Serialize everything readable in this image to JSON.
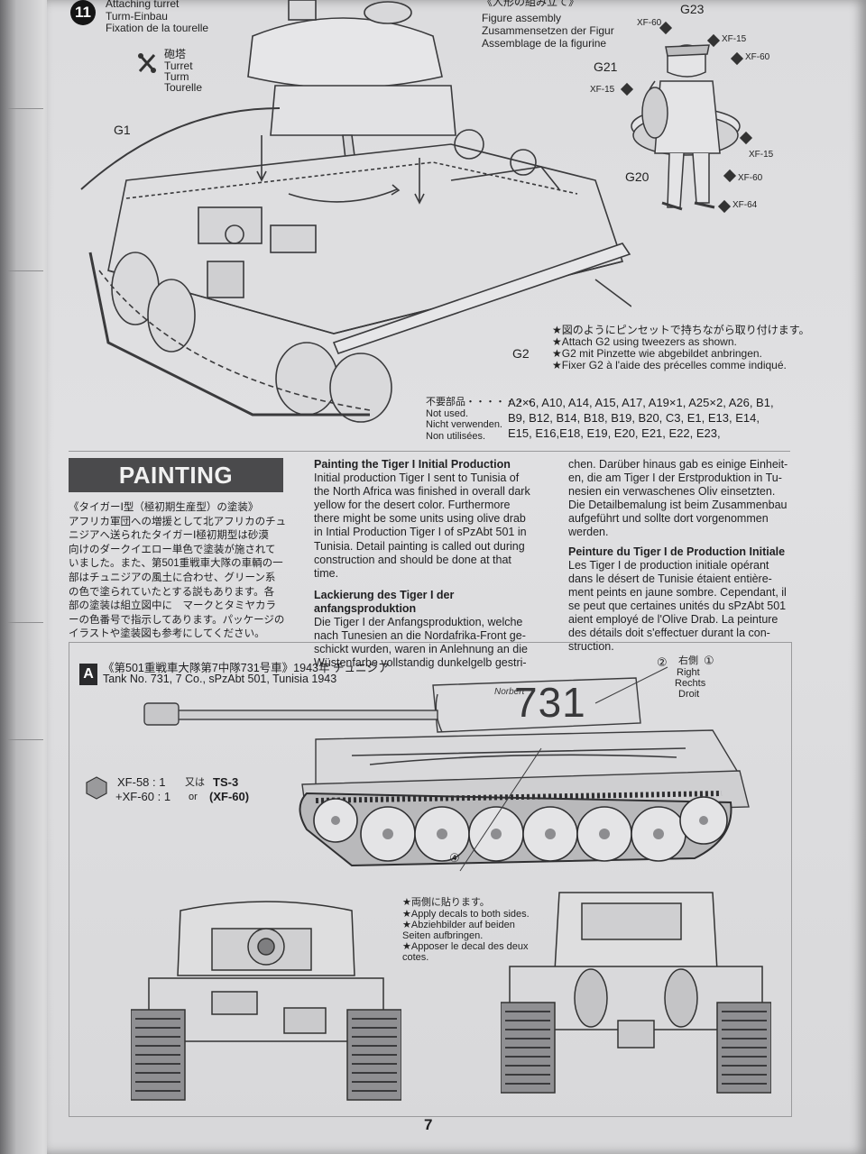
{
  "step11": {
    "number": "11",
    "title_en": "Attaching turret",
    "title_de": "Turm-Einbau",
    "title_fr": "Fixation de la tourelle",
    "turret_jp": "砲塔",
    "turret_en": "Turret",
    "turret_de": "Turm",
    "turret_fr": "Tourelle",
    "part_g1": "G1",
    "part_g2": "G2",
    "note_jp": "★図のようにピンセットで持ちながら取り付けます。",
    "note_en": "★Attach G2 using tweezers as shown.",
    "note_de": "★G2 mit Pinzette wie abgebildet anbringen.",
    "note_fr": "★Fixer G2 à l'aide des précelles comme indiqué."
  },
  "figure": {
    "title_jp": "《人形の組み立て》",
    "title_en": "Figure assembly",
    "title_de": "Zusammensetzen der Figur",
    "title_fr": "Assemblage de la figurine",
    "parts": [
      "G23",
      "G21",
      "G20"
    ],
    "paint_calls": [
      "XF-60",
      "XF-15",
      "XF-60",
      "XF-15",
      "XF-15",
      "XF-60",
      "XF-64"
    ]
  },
  "unused": {
    "label_jp": "不要部品・・・・・・・",
    "label_en": "Not used.",
    "label_de": "Nicht verwenden.",
    "label_fr": "Non utilisées.",
    "line1": "A2×6, A10, A14, A15, A17, A19×1, A25×2, A26, B1,",
    "line2": "B9, B12, B14, B18, B19, B20, C3, E1, E13, E14,",
    "line3": "E15, E16,E18, E19, E20, E21, E22, E23,"
  },
  "painting": {
    "banner": "PAINTING",
    "jp_heading": "《タイガーⅠ型（極初期生産型）の塗装》",
    "jp_lines": [
      "アフリカ軍団への増援として北アフリカのチュ",
      "ニジアへ送られたタイガーⅠ極初期型は砂漠",
      "向けのダークイエロー単色で塗装が施されて",
      "いました。また、第501重戦車大隊の車輌の一",
      "部はチュニジアの風土に合わせ、グリーン系",
      "の色で塗られていたとする説もあります。各",
      "部の塗装は組立図中に　マークとタミヤカラ",
      "ーの色番号で指示してあります。パッケージの",
      "イラストや塗装図も参考にしてください。"
    ],
    "en_heading": "Painting the Tiger I Initial Production",
    "en_lines": [
      "Initial production Tiger I sent to Tunisia of",
      "the North Africa was finished in overall dark",
      "yellow for the desert color. Furthermore",
      "there might be some units using olive drab",
      "in Intial Production Tiger I of sPzAbt 501 in",
      "Tunisia. Detail painting is called out during",
      "construction and should be done at that",
      "time."
    ],
    "de_heading": "Lackierung des Tiger I der anfangsproduktion",
    "de_lines": [
      "Die Tiger I der Anfangsproduktion, welche",
      "nach Tunesien an die Nordafrika-Front ge-",
      "schickt wurden, waren in Anlehnung an die",
      "Wüstenfarbe vollstandig dunkelgelb gestri-"
    ],
    "de_lines_cont": [
      "chen. Darüber hinaus gab es einige Einheit-",
      "en, die am Tiger I der Erstproduktion in Tu-",
      "nesien ein verwaschenes Oliv einsetzten.",
      "Die Detailbemalung ist beim Zusammenbau",
      "aufgeführt und sollte dort vorgenommen",
      "werden."
    ],
    "fr_heading": "Peinture du Tiger I de Production Initiale",
    "fr_lines": [
      "Les Tiger I de production initiale opérant",
      "dans le désert de Tunisie étaient entière-",
      "ment peints en jaune sombre. Cependant, il",
      "se peut que certaines unités du sPzAbt 501",
      "aient employé de l'Olive Drab. La peinture",
      "des détails doit s'effectuer durant la con-",
      "struction."
    ]
  },
  "scheme_a": {
    "letter": "A",
    "title_jp": "《第501重戦車大隊第7中隊731号車》1943年 チュニジア",
    "title_en": "Tank No. 731, 7 Co., sPzAbt 501, Tunisia 1943",
    "turret_number": "731",
    "turret_name": "Norbert",
    "decal_2": "②",
    "decal_1": "①",
    "decal_4": "④",
    "right_jp": "右側",
    "right_en": "Right",
    "right_de": "Rechts",
    "right_fr": "Droit",
    "mix_line1": "XF-58 : 1",
    "mix_line2": "+XF-60 : 1",
    "or_jp": "又は",
    "or_en": "or",
    "ts3": "TS-3",
    "ts3_alt": "(XF-60)",
    "both_sides_jp": "★両側に貼ります。",
    "both_sides_en": "★Apply decals to both sides.",
    "both_sides_de1": "★Abziehbilder auf beiden",
    "both_sides_de2": "Seiten aufbringen.",
    "both_sides_fr1": "★Apposer le decal des deux",
    "both_sides_fr2": "cotes."
  },
  "footer": {
    "page_number": "7"
  }
}
